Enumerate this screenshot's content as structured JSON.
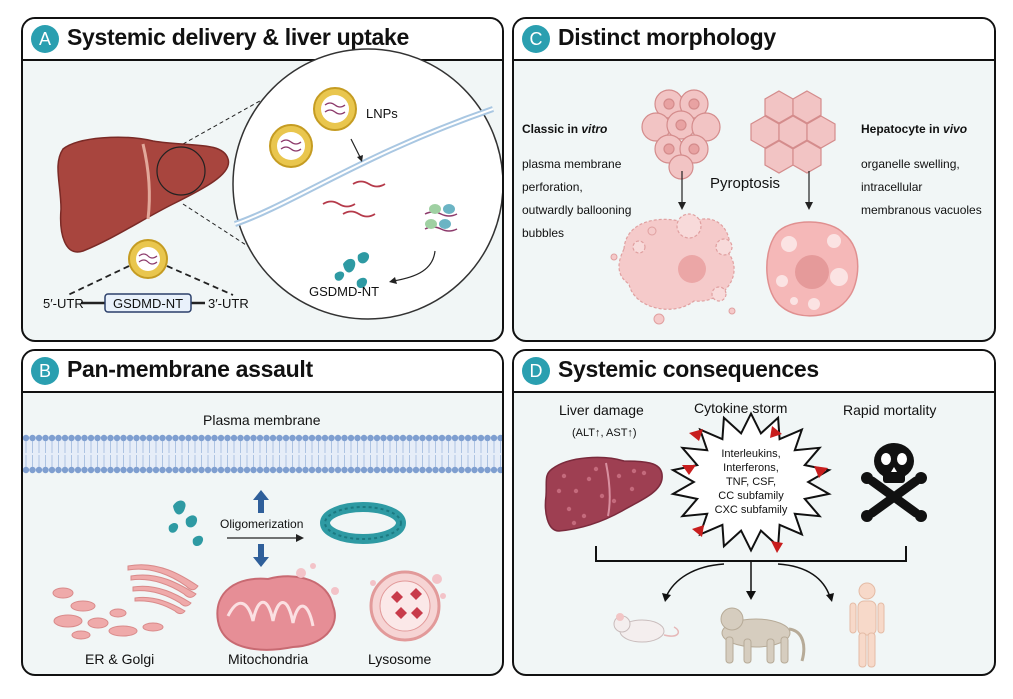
{
  "panels": {
    "a": {
      "letter": "A",
      "title": "Systemic delivery & liver uptake",
      "lnps": "LNPs",
      "utr5": "5′-UTR",
      "gene": "GSDMD-NT",
      "utr3": "3′-UTR",
      "product": "GSDMD-NT"
    },
    "b": {
      "letter": "B",
      "title": "Pan-membrane assault",
      "plasma_membrane": "Plasma membrane",
      "oligomerization": "Oligomerization",
      "er_golgi": "ER & Golgi",
      "mitochondria": "Mitochondria",
      "lysosome": "Lysosome"
    },
    "c": {
      "letter": "C",
      "title": "Distinct morphology",
      "left_heading_prefix": "Classic in ",
      "left_heading_italic": "vitro",
      "left_lines": [
        "plasma membrane",
        "perforation,",
        "outwardly ballooning",
        "bubbles"
      ],
      "center_label": "Pyroptosis",
      "right_heading_prefix": "Hepatocyte in ",
      "right_heading_italic": "vivo",
      "right_lines": [
        "organelle swelling,",
        "intracellular",
        "membranous vacuoles"
      ]
    },
    "d": {
      "letter": "D",
      "title": "Systemic consequences",
      "liver_damage": "Liver damage",
      "liver_markers": "(ALT↑, AST↑)",
      "cytokine_storm": "Cytokine storm",
      "cytokines": [
        "Interleukins,",
        "Interferons,",
        "TNF, CSF,",
        "CC subfamily",
        "CXC subfamily"
      ],
      "rapid_mortality": "Rapid mortality"
    }
  },
  "colors": {
    "badge": "#2a9fb0",
    "liver": "#a8453e",
    "membrane": "#7f9fd0",
    "gsdmd_fragment": "#2e9aa3",
    "cell_pink": "#f2c4c4",
    "arrow_blue": "#2f5f9a",
    "cytokine_triangle": "#c81e1e"
  }
}
